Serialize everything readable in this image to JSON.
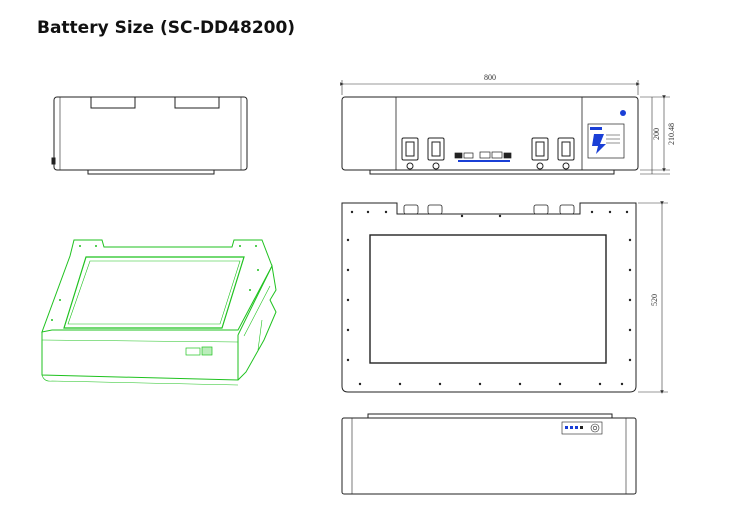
{
  "page": {
    "title": "Battery Size  (SC-DD48200)"
  },
  "dimensions": {
    "width": "800",
    "height_a": "200",
    "height_b": "210.48",
    "depth": "520"
  },
  "colors": {
    "line": "#222222",
    "iso_line": "#1fc21f",
    "badge_blue": "#1a3fd6"
  }
}
